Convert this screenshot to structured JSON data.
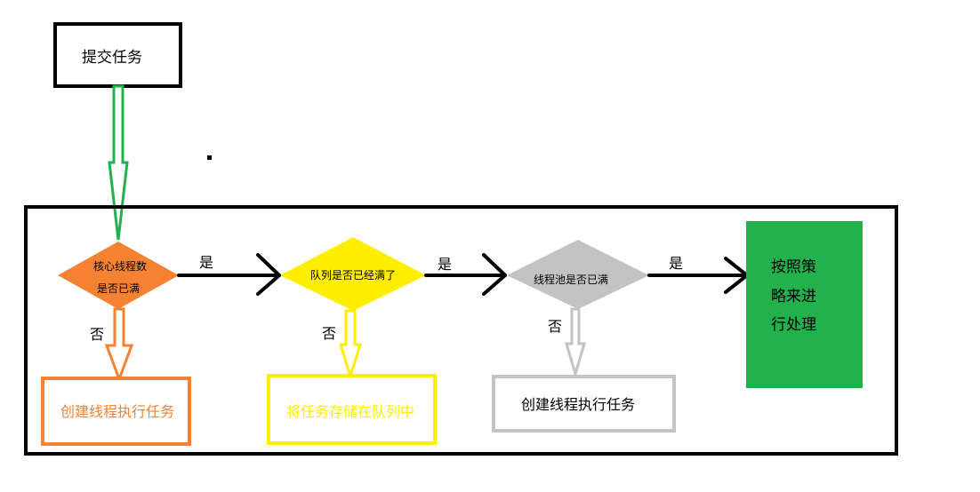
{
  "start": {
    "label": "提交任务"
  },
  "decisions": {
    "core": {
      "line1": "核心线程数",
      "line2": "是否已满"
    },
    "queue": {
      "label": "队列是否已经满了"
    },
    "pool": {
      "label": "线程池是否已满"
    }
  },
  "edges": {
    "yes": "是",
    "no": "否"
  },
  "outcomes": {
    "create_core": {
      "label": "创建线程执行任务"
    },
    "enqueue": {
      "label": "将任务存储在队列中"
    },
    "create_extra": {
      "label": "创建线程执行任务"
    },
    "reject": {
      "line1": "按照策",
      "line2": "略来进",
      "line3": "行处理"
    }
  },
  "colors": {
    "border": "#000000",
    "green_arrow": "#22b14c",
    "core": "#f58232",
    "queue": "#ffee00",
    "pool": "#c3c3c3",
    "reject": "#22b14c"
  }
}
